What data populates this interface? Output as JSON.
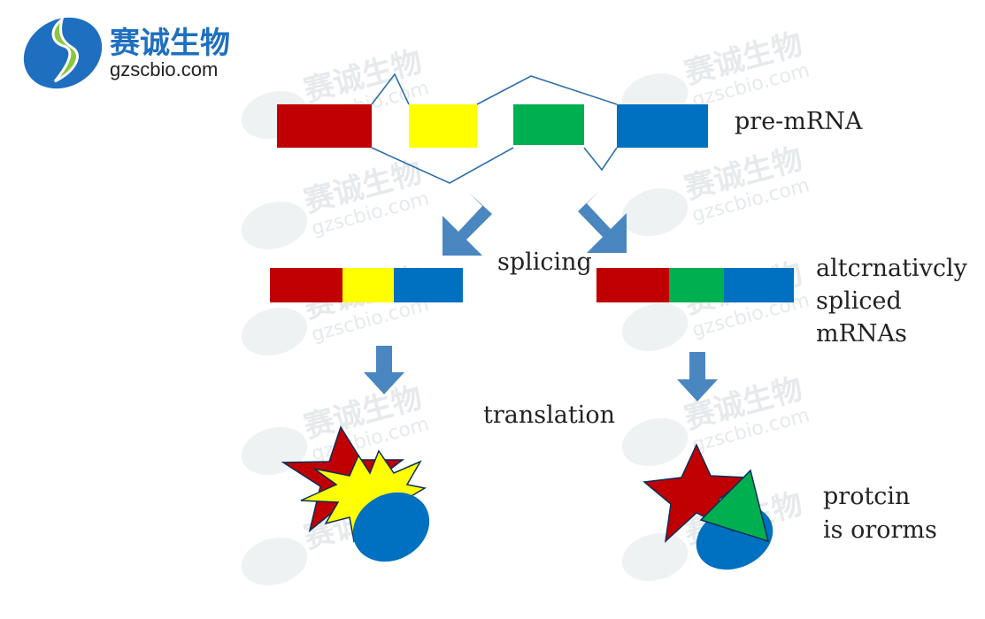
{
  "logo": {
    "name_cn": "赛诚生物",
    "domain": "gzscbio.com"
  },
  "labels": {
    "pre_mrna": "pre-mRNA",
    "splicing": "splicing",
    "alt_spliced_1": "altcrnativcly",
    "alt_spliced_2": "spliced",
    "alt_spliced_3": "mRNAs",
    "translation": "translation",
    "protein_1": "protcin",
    "protein_2": "is ororms"
  },
  "colors": {
    "exon_red": "#c00000",
    "exon_yellow": "#ffff00",
    "exon_green": "#00b050",
    "exon_blue": "#0070c0",
    "arrow": "#4a86c0",
    "logo_blue": "#1e6fc0",
    "logo_green": "#8cc63f"
  }
}
